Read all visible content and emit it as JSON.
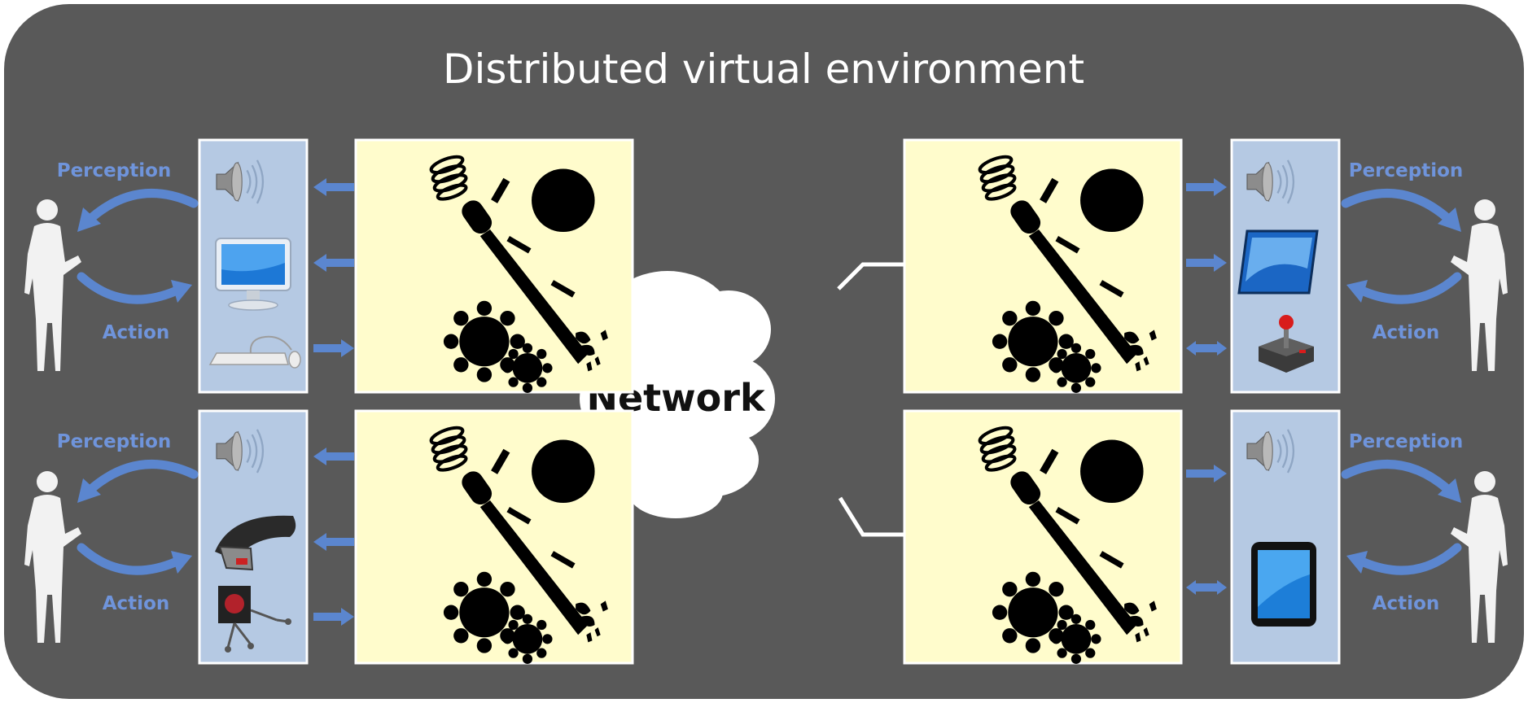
{
  "diagram": {
    "title": "Distributed virtual environment",
    "network_label": "Network",
    "perception_label": "Perception",
    "action_label": "Action",
    "colors": {
      "background": "#595959",
      "device_panel": "#b5c9e3",
      "sim_panel": "#fffccc",
      "arrow": "#5b86cf",
      "label": "#6f94db",
      "person": "#f2f2f2"
    },
    "stations": [
      {
        "id": "top-left",
        "devices": [
          "speaker-icon",
          "monitor-icon",
          "keyboard-mouse-icon"
        ],
        "arrow_dirs": [
          "out",
          "out",
          "in"
        ]
      },
      {
        "id": "bottom-left",
        "devices": [
          "speaker-icon",
          "headset-icon",
          "haptic-arm-icon"
        ],
        "arrow_dirs": [
          "out",
          "out",
          "in"
        ]
      },
      {
        "id": "top-right",
        "devices": [
          "speaker-icon",
          "display-panel-icon",
          "joystick-icon"
        ],
        "arrow_dirs": [
          "out",
          "out",
          "both"
        ]
      },
      {
        "id": "bottom-right",
        "devices": [
          "speaker-icon",
          "tablet-icon"
        ],
        "arrow_dirs": [
          "out",
          "both"
        ]
      }
    ]
  }
}
